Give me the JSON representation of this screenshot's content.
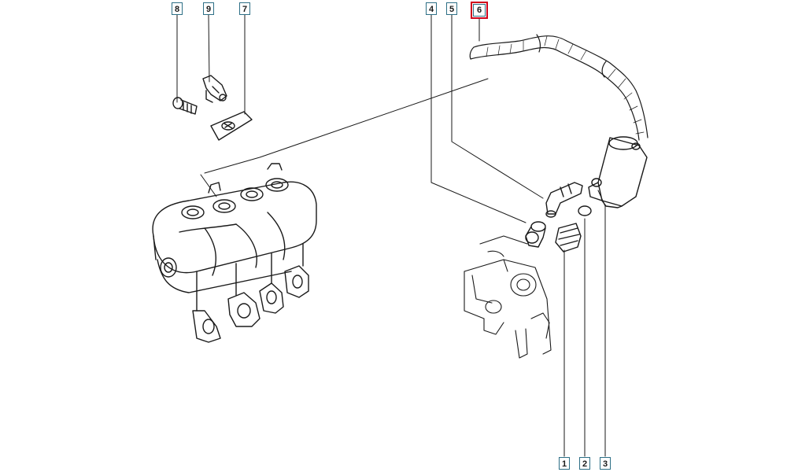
{
  "callouts": [
    {
      "id": "8",
      "label": "8"
    },
    {
      "id": "9",
      "label": "9"
    },
    {
      "id": "7",
      "label": "7"
    },
    {
      "id": "4",
      "label": "4"
    },
    {
      "id": "5",
      "label": "5"
    },
    {
      "id": "6",
      "label": "6",
      "selected": true
    },
    {
      "id": "1",
      "label": "1"
    },
    {
      "id": "2",
      "label": "2"
    },
    {
      "id": "3",
      "label": "3"
    }
  ],
  "colors": {
    "leader": "#1a1a1a",
    "callout_border": "#2d6f86",
    "highlight": "#d0021b"
  }
}
